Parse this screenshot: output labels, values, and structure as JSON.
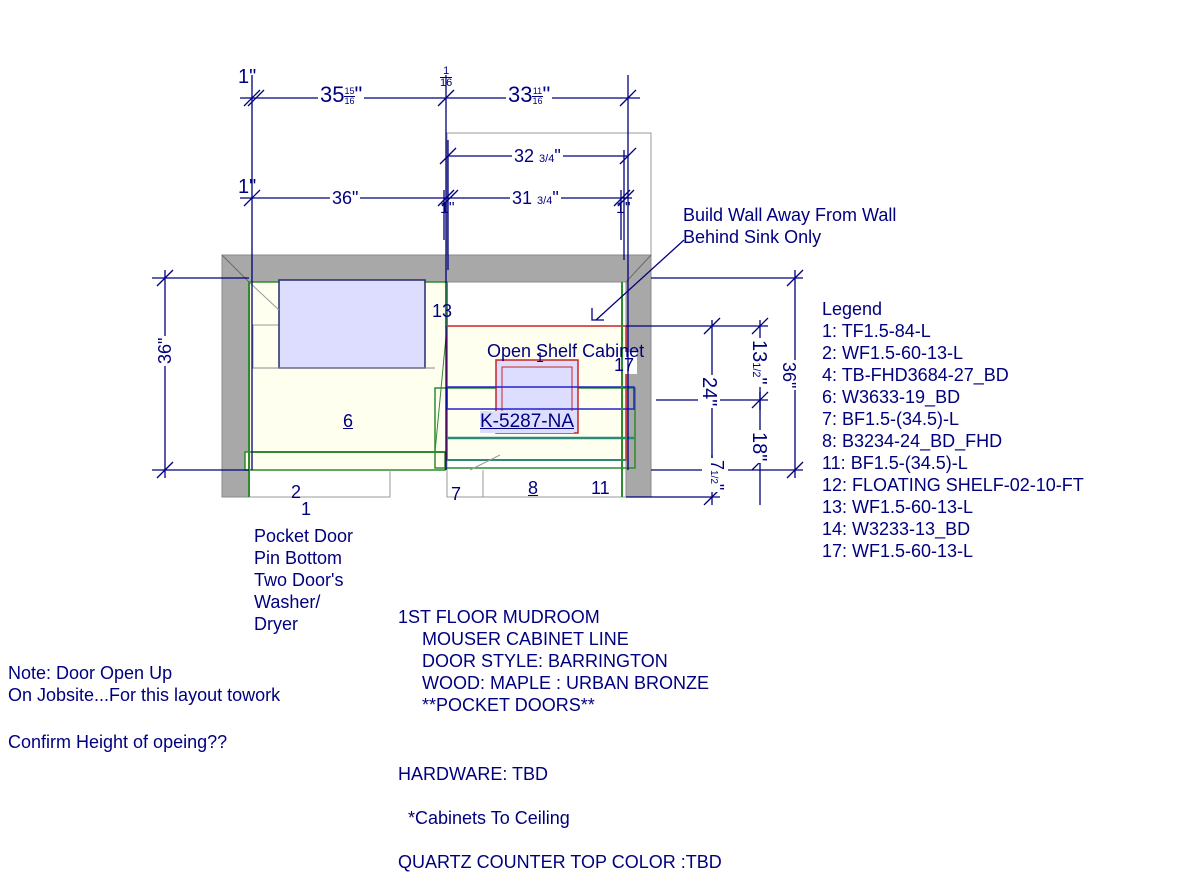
{
  "colors": {
    "dim": "#00007f",
    "wall": "#a0a0a0",
    "cabinet": "#fffff0",
    "cabinet_edge": "#2e8b2e",
    "appliance": "#ddddff",
    "sink": "#cc2222",
    "counter": "#2a8a7a"
  },
  "dimensions": {
    "top_left_1": "1\"",
    "top_35": "35",
    "top_35_frac_num": "15",
    "top_35_frac_den": "16",
    "top_1_16_num": "1",
    "top_1_16_den": "16",
    "top_33": "33",
    "top_33_frac_num": "11",
    "top_33_frac_den": "16",
    "mid_32": "32",
    "mid_32_frac": "3/4",
    "row2_left_1": "1\"",
    "row2_36": "36\"",
    "row2_mid_1": "1\"",
    "row2_31": "31",
    "row2_31_frac": "3/4",
    "row2_right_1": "1\"",
    "left_36": "36\"",
    "right_36": "36\"",
    "right_13": "13",
    "right_13_frac": "1/2",
    "right_24": "24\"",
    "right_18": "18\"",
    "right_7": "7",
    "right_7_frac": "1/2"
  },
  "labels": {
    "build_wall_line1": "Build Wall Away From Wall",
    "build_wall_line2": "Behind Sink Only",
    "open_shelf": "Open Shelf Cabinet",
    "sink_model": "K-5287-NA",
    "tag_13": "13",
    "tag_1": "1",
    "tag_17": "17",
    "tag_6": "6",
    "tag_2": "2",
    "tag_1b": "1",
    "tag_7": "7",
    "tag_8": "8",
    "tag_11": "11",
    "pocket_note": [
      "Pocket Door",
      "Pin Bottom",
      "Two Door's",
      "Washer/",
      "Dryer"
    ],
    "door_note": [
      "Note: Door Open Up",
      "On Jobsite...For this layout towork"
    ],
    "confirm": "Confirm Height of opeing??"
  },
  "legend": {
    "title": "Legend",
    "items": [
      "1:  TF1.5-84-L",
      "2:  WF1.5-60-13-L",
      "4:  TB-FHD3684-27_BD",
      "6:  W3633-19_BD",
      "7:  BF1.5-(34.5)-L",
      "8:  B3234-24_BD_FHD",
      "11:  BF1.5-(34.5)-L",
      "12:  FLOATING SHELF-02-10-FT",
      "13:  WF1.5-60-13-L",
      "14:  W3233-13_BD",
      "17:  WF1.5-60-13-L"
    ]
  },
  "project": {
    "title": "1ST FLOOR MUDROOM",
    "lines": [
      "MOUSER CABINET LINE",
      "DOOR STYLE: BARRINGTON",
      "WOOD: MAPLE :  URBAN BRONZE",
      "**POCKET DOORS**"
    ],
    "hardware": "HARDWARE: TBD",
    "ceiling": "*Cabinets To Ceiling",
    "counter": "QUARTZ COUNTER TOP COLOR :TBD"
  }
}
